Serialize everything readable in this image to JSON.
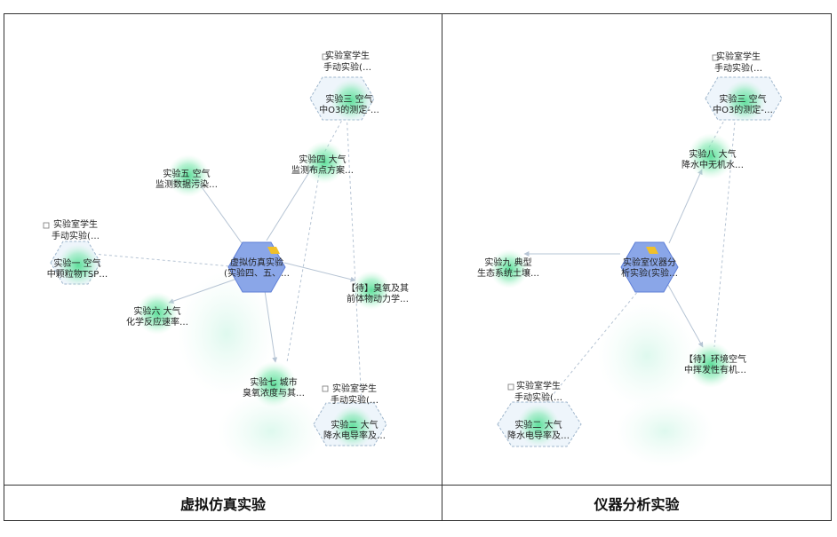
{
  "captions": {
    "left": "虚拟仿真实验",
    "right": "仪器分析实验"
  },
  "left_graph": {
    "center": [
      "虚拟仿真实验",
      "(实验四、五、…"
    ],
    "nodes": {
      "n5": [
        "实验五 空气",
        "监测数据污染…"
      ],
      "n4": [
        "实验四 大气",
        "监测布点方案…"
      ],
      "n3": [
        "实验三 空气",
        "中O3的测定-…"
      ],
      "n1": [
        "实验一 空气",
        "中颗粒物TSP…"
      ],
      "n6": [
        "实验六 大气",
        "化学反应速率…"
      ],
      "nd": [
        "【待】臭氧及其",
        "前体物动力学…"
      ],
      "n7": [
        "实验七 城市",
        "臭氧浓度与其…"
      ],
      "n2": [
        "实验二 大气",
        "降水电导率及…"
      ]
    },
    "groups": {
      "g3": [
        "实验室学生",
        "手动实验(…"
      ],
      "g1": [
        "实验室学生",
        "手动实验(…"
      ],
      "g2": [
        "实验室学生",
        "手动实验(…"
      ]
    }
  },
  "right_graph": {
    "center": [
      "实验室仪器分",
      "析实验(实验…"
    ],
    "nodes": {
      "n3": [
        "实验三 空气",
        "中O3的测定-…"
      ],
      "n8": [
        "实验八 大气",
        "降水中无机水…"
      ],
      "n9": [
        "实验九 典型",
        "生态系统土壤…"
      ],
      "nd": [
        "【待】环境空气",
        "中挥发性有机…"
      ],
      "n2": [
        "实验二 大气",
        "降水电导率及…"
      ]
    },
    "groups": {
      "g3": [
        "实验室学生",
        "手动实验(…"
      ],
      "g2": [
        "实验室学生",
        "手动实验(…"
      ]
    }
  },
  "colors": {
    "center_fill": "#8aa6e8",
    "center_stroke": "#5f7fd6",
    "node_glow": "#66e3a0",
    "group_fill": "#e8f2fb",
    "group_stroke": "#9fb6cc",
    "edge": "#b6c4d4",
    "accent": "#f0c02a"
  }
}
